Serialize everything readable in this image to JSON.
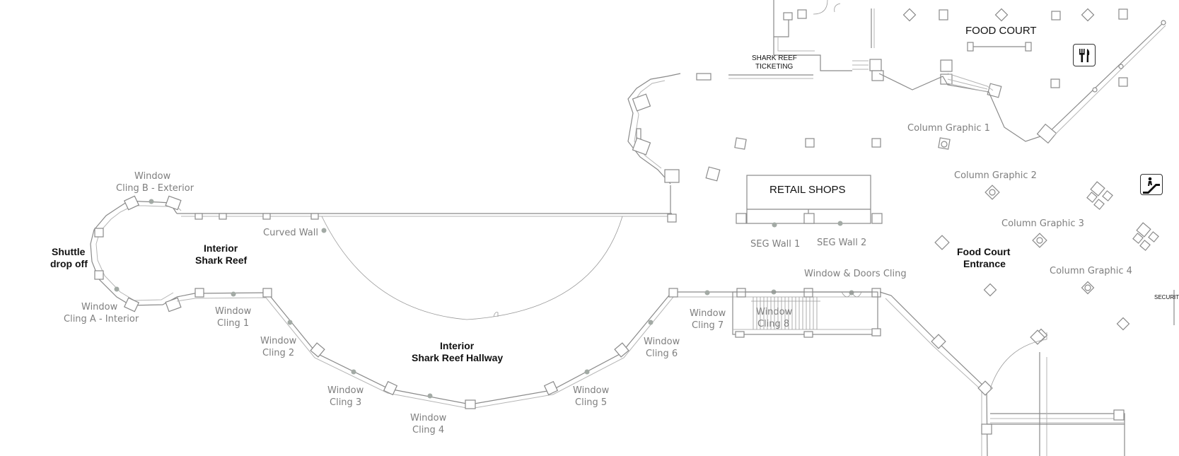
{
  "map": {
    "labels": {
      "food_court": "FOOD COURT",
      "shark_reef_ticketing_1": "SHARK REEF",
      "shark_reef_ticketing_2": "TICKETING",
      "retail_shops": "RETAIL SHOPS",
      "column_graphic_1": "Column Graphic 1",
      "column_graphic_2": "Column Graphic 2",
      "column_graphic_3": "Column Graphic 3",
      "column_graphic_4": "Column Graphic 4",
      "seg_wall_1": "SEG Wall 1",
      "seg_wall_2": "SEG Wall 2",
      "food_court_entrance_1": "Food Court",
      "food_court_entrance_2": "Entrance",
      "window_doors_cling": "Window & Doors Cling",
      "security": "SECURITY",
      "window_cling_b_1": "Window",
      "window_cling_b_2": "Cling B - Exterior",
      "shuttle_1": "Shuttle",
      "shuttle_2": "drop off",
      "interior_shark_reef_1": "Interior",
      "interior_shark_reef_2": "Shark Reef",
      "curved_wall": "Curved Wall",
      "window_cling_a_1": "Window",
      "window_cling_a_2": "Cling A - Interior",
      "window_cling_1_1": "Window",
      "window_cling_1_2": "Cling 1",
      "window_cling_2_1": "Window",
      "window_cling_2_2": "Cling 2",
      "window_cling_3_1": "Window",
      "window_cling_3_2": "Cling 3",
      "window_cling_4_1": "Window",
      "window_cling_4_2": "Cling 4",
      "window_cling_5_1": "Window",
      "window_cling_5_2": "Cling 5",
      "window_cling_6_1": "Window",
      "window_cling_6_2": "Cling 6",
      "window_cling_7_1": "Window",
      "window_cling_7_2": "Cling 7",
      "window_cling_8_1": "Window",
      "window_cling_8_2": "Cling 8",
      "hallway_1": "Interior",
      "hallway_2": "Shark Reef Hallway"
    },
    "icons": [
      "restaurant-icon",
      "escalator-icon"
    ],
    "colors": {
      "wall": "#8a8a8a",
      "marker": "#a3aaa5",
      "label_gray": "#7f7f7f",
      "label_dark": "#111111"
    }
  }
}
